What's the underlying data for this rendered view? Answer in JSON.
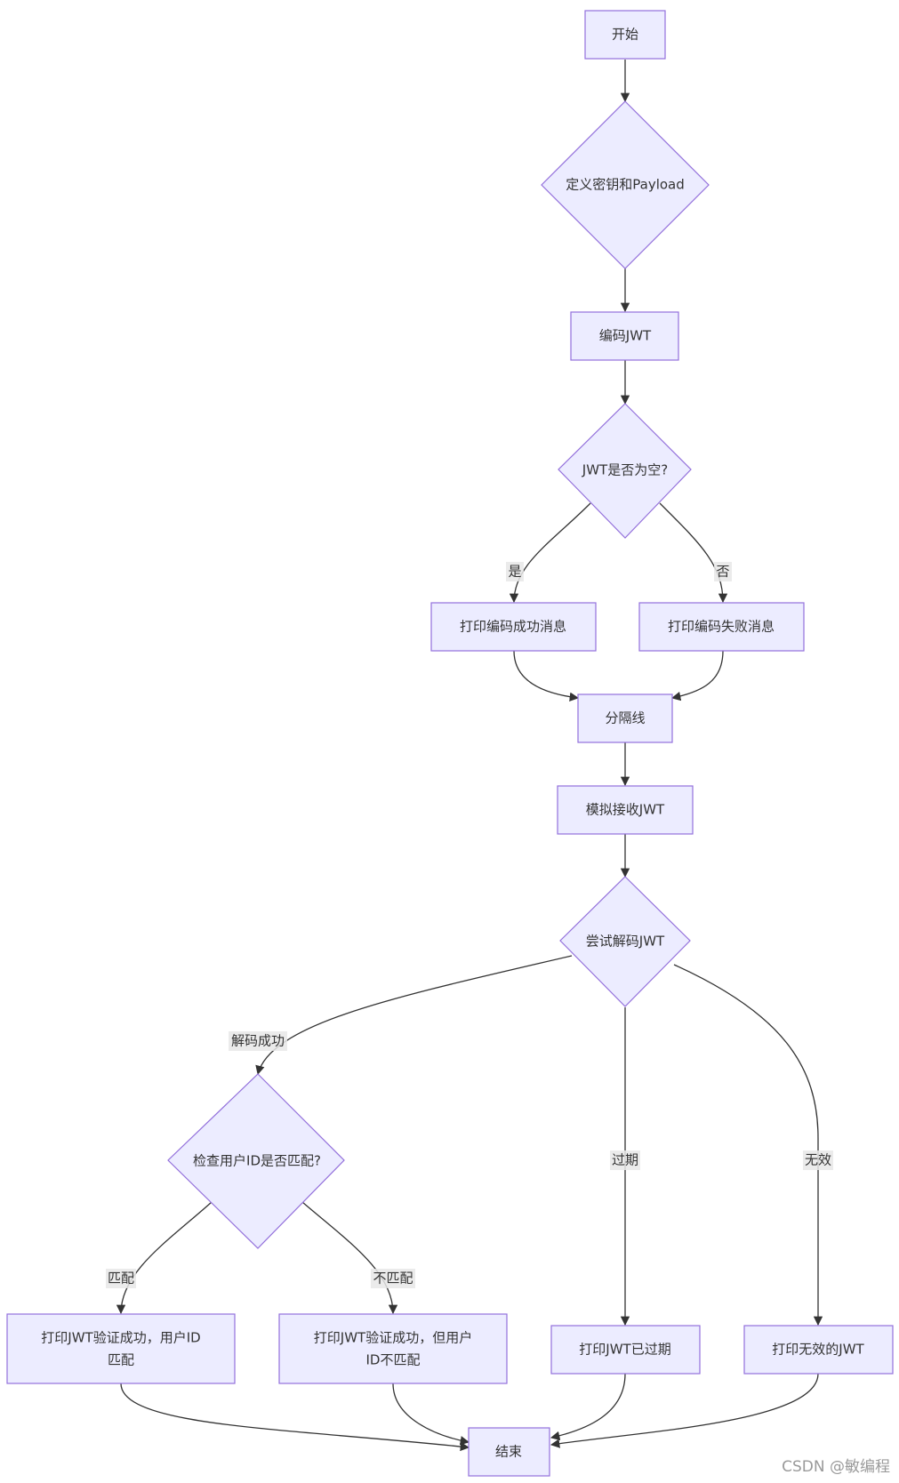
{
  "diagram": {
    "nodes": {
      "start": "开始",
      "define_key": "定义密钥和Payload",
      "encode_jwt": "编码JWT",
      "jwt_empty": "JWT是否为空?",
      "print_encode_success": "打印编码成功消息",
      "print_encode_fail": "打印编码失败消息",
      "separator": "分隔线",
      "simulate_receive": "模拟接收JWT",
      "try_decode": "尝试解码JWT",
      "check_user_id": "检查用户ID是否匹配?",
      "verify_match_line1": "打印JWT验证成功，用户ID",
      "verify_match_line2": "匹配",
      "verify_mismatch_line1": "打印JWT验证成功，但用户",
      "verify_mismatch_line2": "ID不匹配",
      "print_expired": "打印JWT已过期",
      "print_invalid": "打印无效的JWT",
      "end": "结束"
    },
    "edge_labels": {
      "yes": "是",
      "no": "否",
      "decode_success": "解码成功",
      "expired": "过期",
      "invalid": "无效",
      "match": "匹配",
      "mismatch": "不匹配"
    },
    "colors": {
      "node_fill": "#ECECFF",
      "node_stroke": "#9370DB",
      "edge": "#333333",
      "label_bg": "#E8E8E8"
    }
  },
  "watermark": "CSDN @敏编程"
}
